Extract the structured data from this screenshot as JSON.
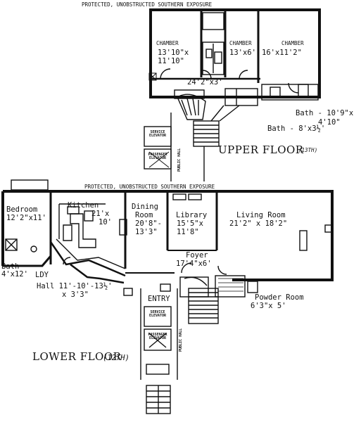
{
  "upper": {
    "exposure": "PROTECTED, UNOBSTRUCTED SOUTHERN EXPOSURE",
    "title": "UPPER FLOOR",
    "floor_note": "(13TH)",
    "rooms": {
      "chamber1_name": "CHAMBER",
      "chamber1_dim1": "13'10\"x",
      "chamber1_dim2": "11'10\"",
      "chamber2_name": "CHAMBER",
      "chamber2_dim": "13'x6'",
      "chamber3_name": "CHAMBER",
      "chamber3_dim": "16'x11'2\"",
      "hall_dim": "24'2\"x3'",
      "bath1_name": "Bath - 10'9\"x",
      "bath1_dim": "4'10\"",
      "bath2": "Bath - 8'x3½'",
      "service_elevator": "SERVICE ELEVATOR",
      "passenger_elevator": "PASSENGER ELEVATOR",
      "public_hall": "PUBLIC HALL"
    }
  },
  "lower": {
    "exposure": "PROTECTED, UNOBSTRUCTED SOUTHERN EXPOSURE",
    "title": "LOWER FLOOR",
    "floor_note": "(12TH)",
    "rooms": {
      "bedroom_name": "Bedroom",
      "bedroom_dim": "12'2\"x11'",
      "kitchen_name": "Kitchen",
      "kitchen_dim1": "21'x",
      "kitchen_dim2": "10'",
      "dining_name1": "Dining",
      "dining_name2": "Room",
      "dining_dim1": "20'8\"-",
      "dining_dim2": "13'3\"",
      "library_name": "Library",
      "library_dim1": "15'5\"x",
      "library_dim2": "11'8\"",
      "living_name": "Living Room",
      "living_dim": "21'2\" x 18'2\"",
      "foyer_name": "Foyer",
      "foyer_dim": "17'4\"x6'",
      "bath_name": "Bath -",
      "bath_dim": "4'x12'",
      "ldy": "LDY",
      "hall_line1": "Hall 11'-10'-13½'",
      "hall_line2": "x 3'3\"",
      "entry": "ENTRY",
      "powder_name": "Powder Room",
      "powder_dim": "6'3\"x 5'",
      "service_elevator": "SERVICE ELEVATOR",
      "passenger_elevator": "PASSENGER ELEVATOR",
      "public_hall": "PUBLIC HALL"
    }
  }
}
